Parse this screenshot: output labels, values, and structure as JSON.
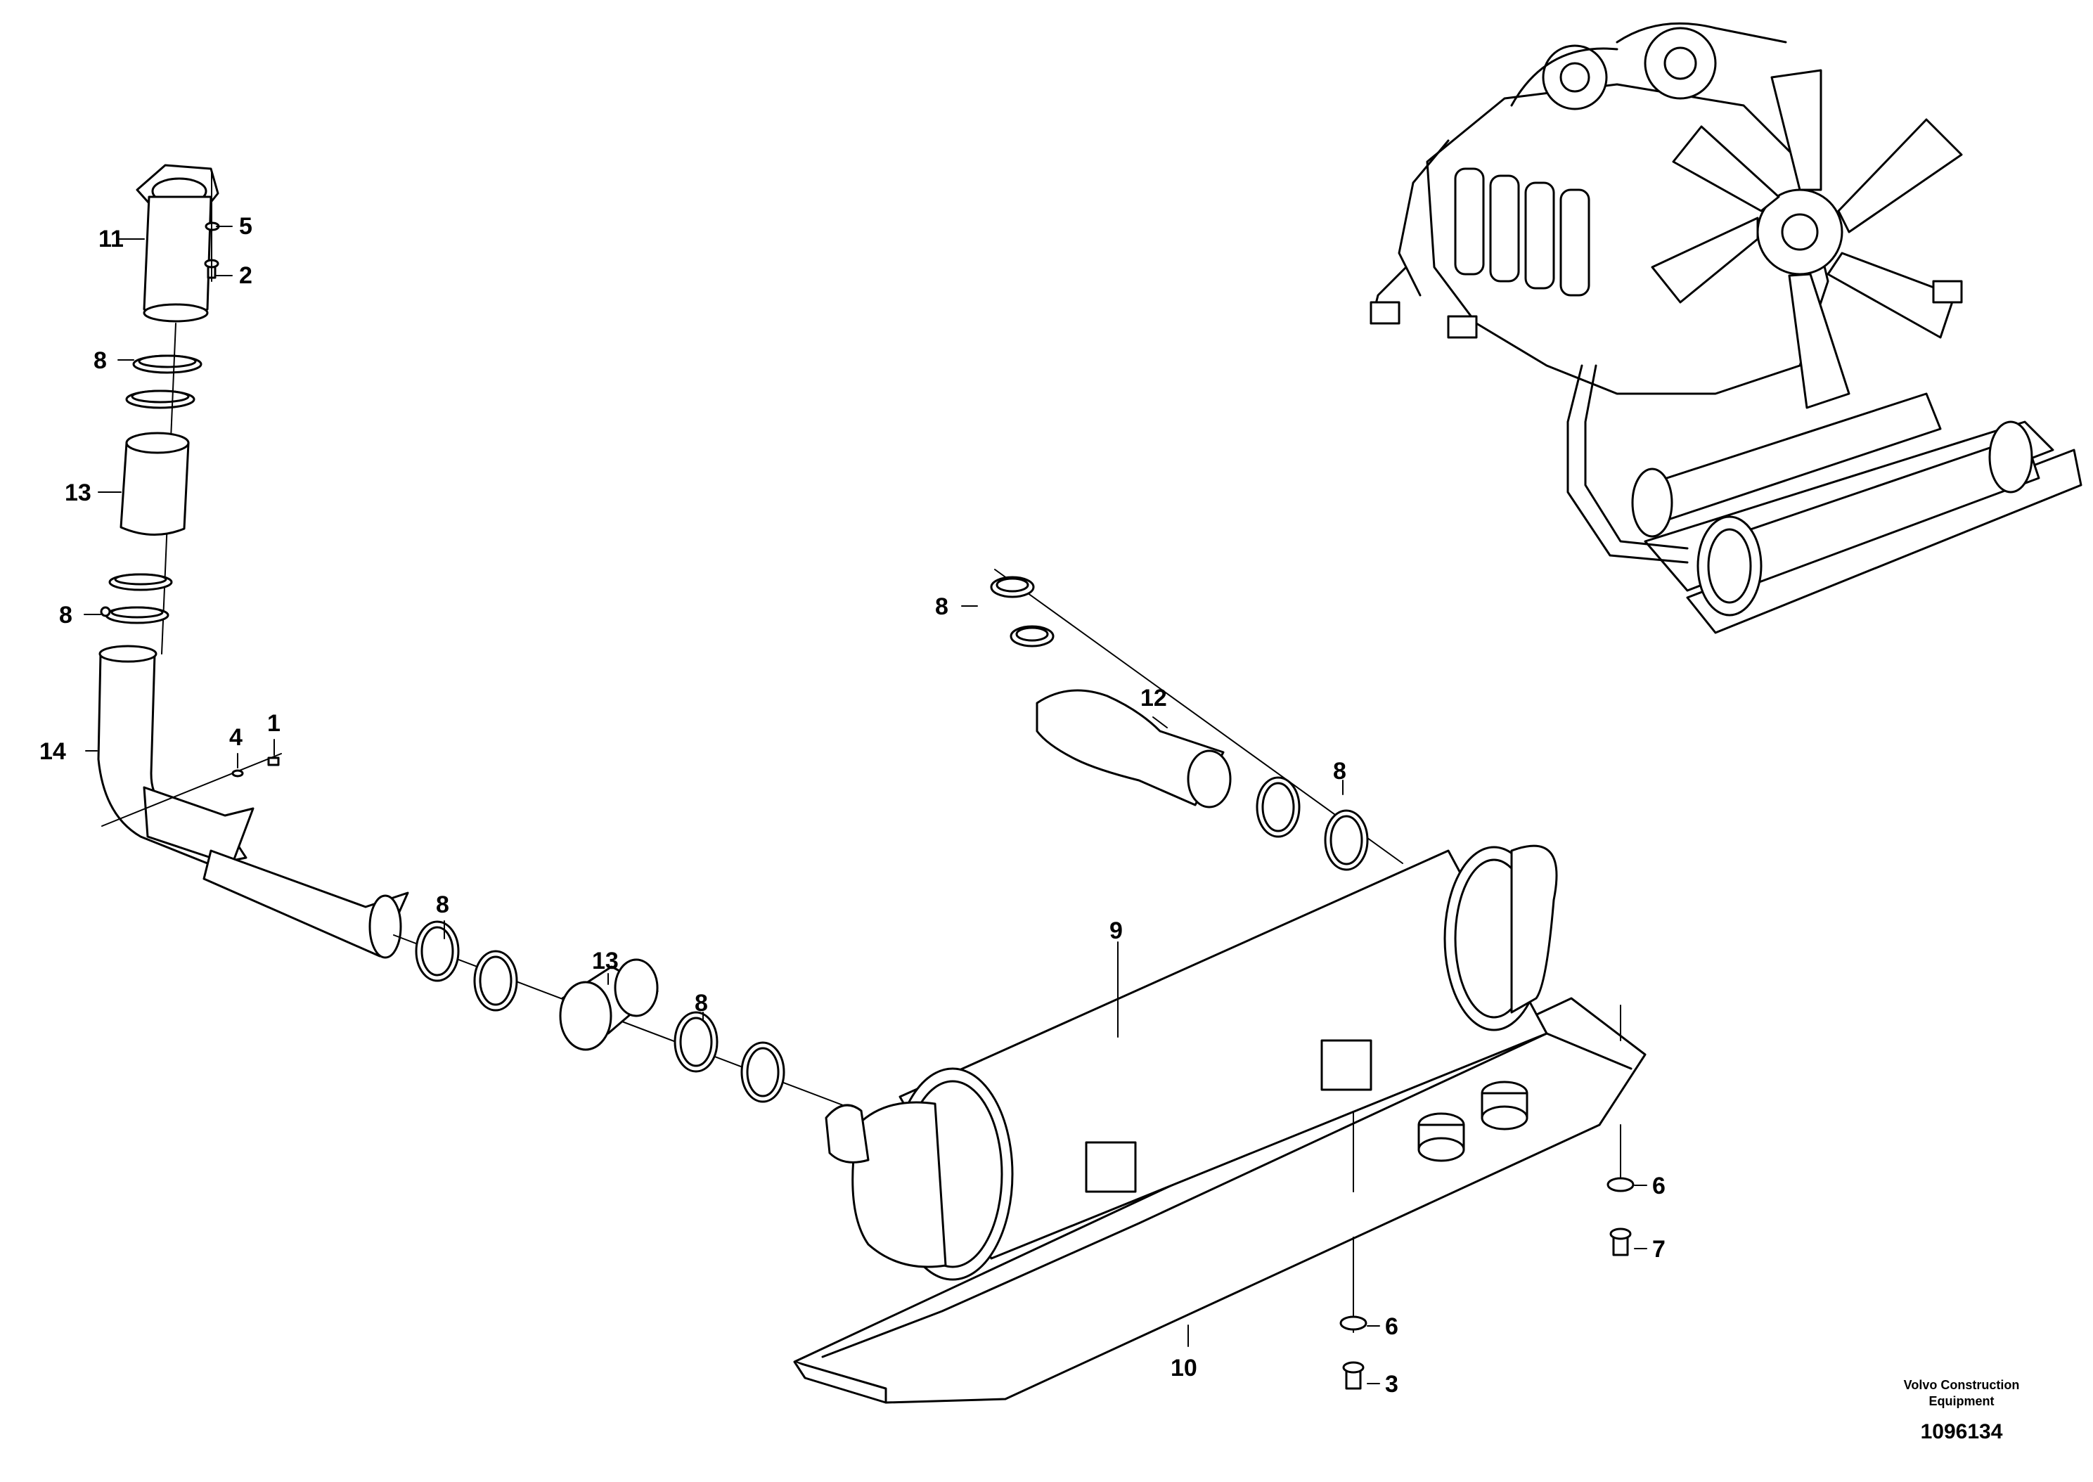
{
  "callouts": {
    "c1": "1",
    "c2": "2",
    "c3": "3",
    "c4": "4",
    "c5": "5",
    "c6a": "6",
    "c6b": "6",
    "c7": "7",
    "c8a": "8",
    "c8b": "8",
    "c8c": "8",
    "c8d": "8",
    "c8e": "8",
    "c8f": "8",
    "c9": "9",
    "c10": "10",
    "c11": "11",
    "c12": "12",
    "c13a": "13",
    "c13b": "13",
    "c14": "14"
  },
  "footer": {
    "brand_line1": "Volvo Construction",
    "brand_line2": "Equipment",
    "doc_number": "1096134"
  }
}
